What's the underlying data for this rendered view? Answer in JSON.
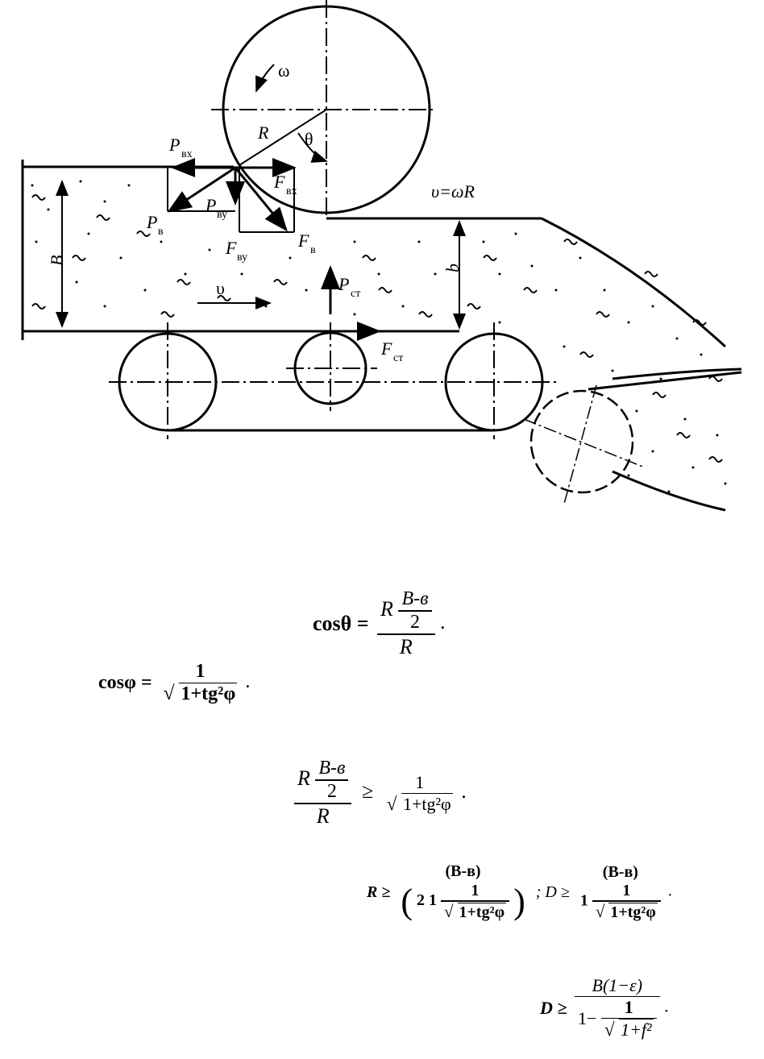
{
  "labels": {
    "omega": "ω",
    "radius": "R",
    "theta": "θ",
    "p_vx": "P",
    "p_vx_sub": "вх",
    "f_vx": "F",
    "f_vx_sub": "вх",
    "velocity_relation": "υ=ωR",
    "p_v": "P",
    "p_v_sub": "в",
    "p_vy": "P",
    "p_vy_sub": "ву",
    "f_v": "F",
    "f_v_sub": "в",
    "f_vy": "F",
    "f_vy_sub": "ву",
    "thick_B": "B",
    "thin_b": "b",
    "velocity": "υ",
    "p_st": "P",
    "p_st_sub": "ст",
    "f_st": "F",
    "f_st_sub": "ст"
  },
  "formulas": {
    "f1": {
      "lhs": "cosθ =",
      "num_a": "R",
      "num_b": "B-в",
      "num_c": "2",
      "den": "R",
      "tail": "."
    },
    "f2": {
      "lhs": "cosφ =",
      "num": "1",
      "rad": "1+tg²φ",
      "tail": "."
    },
    "f3": {
      "num_a": "R",
      "num_b": "B-в",
      "num_c": "2",
      "den": "R",
      "rel": "≥",
      "num2": "1",
      "rad": "1+tg²φ",
      "tail": "."
    },
    "f4": {
      "lhs": "R ≥",
      "num": "(B-в)",
      "den_a": "2",
      "den_b": "1",
      "den_c": "1",
      "rad": "1+tg²φ",
      "mid": "; D ≥",
      "num2": "(B-в)",
      "den2_a": "1",
      "den2_b": "1",
      "rad2": "1+tg²φ",
      "tail": "."
    },
    "f5": {
      "lhs": "D ≥",
      "num": "B(1−ε)",
      "den_a": "1−",
      "den_b": "1",
      "rad": "1+f²",
      "tail": "."
    }
  }
}
